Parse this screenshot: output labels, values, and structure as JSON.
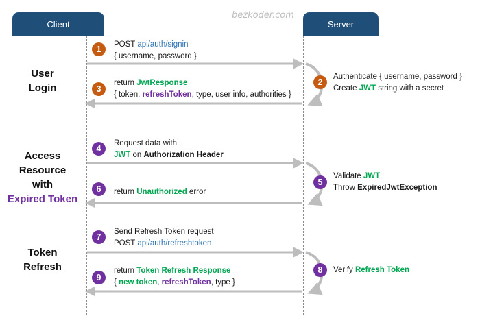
{
  "header": {
    "client": "Client",
    "server": "Server",
    "watermark": "bezkoder.com"
  },
  "sections": {
    "user_login": [
      "User",
      "Login"
    ],
    "access": [
      "Access",
      "Resource",
      "with",
      "Expired Token"
    ],
    "refresh": [
      "Token",
      "Refresh"
    ]
  },
  "steps": {
    "s1": {
      "n": "1",
      "l1a": "POST ",
      "l1b": "api/auth/signin",
      "l2": "{ username, password }"
    },
    "s2": {
      "n": "2",
      "l1": "Authenticate { username, password }",
      "l2a": "Create ",
      "l2b": "JWT",
      "l2c": " string with a secret"
    },
    "s3": {
      "n": "3",
      "l1a": "return ",
      "l1b": "JwtResponse",
      "l2a": "{ token, ",
      "l2b": "refreshToken",
      "l2c": ", type, user info, authorities }"
    },
    "s4": {
      "n": "4",
      "l1": "Request data with",
      "l2a": "JWT",
      "l2b": " on ",
      "l2c": "Authorization Header"
    },
    "s5": {
      "n": "5",
      "l1a": "Validate ",
      "l1b": "JWT",
      "l2a": "Throw ",
      "l2b": "ExpiredJwtException"
    },
    "s6": {
      "n": "6",
      "l1a": "return ",
      "l1b": "Unauthorized",
      "l1c": " error"
    },
    "s7": {
      "n": "7",
      "l1": "Send Refresh Token request",
      "l2a": "POST ",
      "l2b": "api/auth/refreshtoken"
    },
    "s8": {
      "n": "8",
      "l1a": "Verify ",
      "l1b": "Refresh Token"
    },
    "s9": {
      "n": "9",
      "l1a": "return ",
      "l1b": "Token Refresh Response",
      "l2a": "{ ",
      "l2b": "new token",
      "l2c": ", ",
      "l2d": "refreshToken",
      "l2e": ", type }"
    }
  },
  "colors": {
    "header_bg": "#1f4e79",
    "orange": "#c55a11",
    "purple": "#7030a0",
    "green": "#00a650",
    "link": "#2e74b5",
    "arrow": "#bdbdbd"
  }
}
